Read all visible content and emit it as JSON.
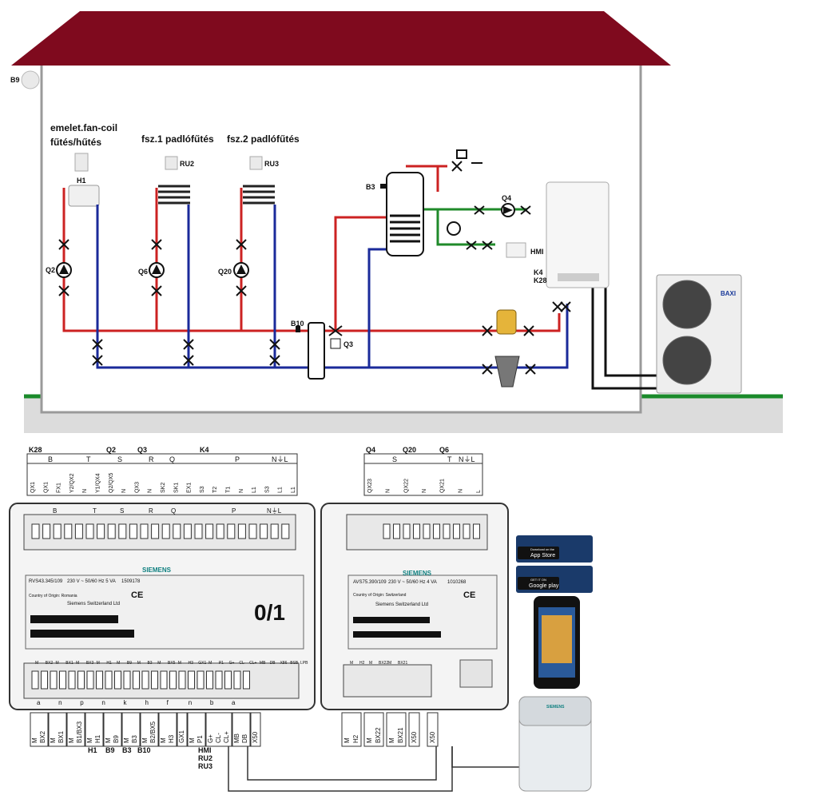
{
  "house": {
    "sensor_outdoor": "B9",
    "zones": [
      {
        "title_line1": "emelet.fan-coil",
        "title_line2": "fűtés/hűtés",
        "room_unit": "H1",
        "pump": "Q2"
      },
      {
        "title_line1": "fsz.1 padlófűtés",
        "room_unit": "RU2",
        "pump": "Q6"
      },
      {
        "title_line1": "fsz.2 padlófűtés",
        "room_unit": "RU3",
        "pump": "Q20"
      }
    ],
    "sensor_flow": "B10",
    "valve_q3": "Q3",
    "tank_sensor": "B3",
    "dhw_pump": "Q4",
    "hmi_label": "HMI",
    "boiler_labels": [
      "K4",
      "K28"
    ],
    "outdoor_unit_brand": "BAXI"
  },
  "controller_left": {
    "terminal_groups": [
      {
        "head": "K28",
        "sub": "B"
      },
      {
        "head": "",
        "sub": "T"
      },
      {
        "head": "Q2",
        "sub": "S"
      },
      {
        "head": "Q3",
        "sub": "R"
      },
      {
        "head": "",
        "sub": "Q"
      },
      {
        "head": "K4",
        "sub": "P"
      },
      {
        "head": "",
        "sub": "N⏚L"
      }
    ],
    "top_pins": [
      "QX1",
      "QX1",
      "FX1",
      "Y2/QX2",
      "N",
      "Y1/QX4",
      "Q2/QX5",
      "N",
      "QX3",
      "N",
      "SK2",
      "SK1",
      "EX1",
      "S3",
      "T2",
      "T1",
      "N",
      "L1",
      "S3",
      "L1",
      "L1"
    ],
    "top_header_letters": [
      "B",
      "T",
      "S",
      "R",
      "Q",
      "P",
      "N⏚L"
    ],
    "brand": "SIEMENS",
    "model": "RVS43.345/109",
    "country": "Country of Origin: Romania",
    "maker": "Siemens Switzerland Ltd",
    "rating": "230 V ~   50/60 Hz   5 VA",
    "code": "1509178",
    "ce": "CE",
    "big_label": "0/1",
    "bottom_pin_row": [
      "M",
      "BX2",
      "M",
      "BX1",
      "M",
      "BX3",
      "M",
      "H1",
      "M",
      "B9",
      "M",
      "B3",
      "M",
      "BX5",
      "M",
      "H3",
      "GX1",
      "M",
      "P1",
      "G+",
      "CL-",
      "CL+",
      "MB",
      "DB",
      "X86",
      "BSB",
      "LPB"
    ],
    "bottom_letters": [
      "a",
      "n",
      "p",
      "n",
      "k",
      "h",
      "f",
      "n",
      "b",
      "a"
    ],
    "bottom_terminals": [
      {
        "pins": [
          "M",
          "BX2"
        ]
      },
      {
        "pins": [
          "M",
          "BX1"
        ]
      },
      {
        "pins": [
          "M",
          "B1/BX3"
        ]
      },
      {
        "pins": [
          "M",
          "H1"
        ]
      },
      {
        "pins": [
          "M",
          "B9"
        ]
      },
      {
        "pins": [
          "M",
          "B3"
        ]
      },
      {
        "pins": [
          "M",
          "B2/BX5"
        ]
      },
      {
        "pins": [
          "M",
          "H3"
        ]
      },
      {
        "pins": [
          "GX1"
        ]
      },
      {
        "pins": [
          "M",
          "P1"
        ]
      },
      {
        "pins": [
          "G+",
          "CL-",
          "CL+"
        ]
      },
      {
        "pins": [
          "MB",
          "DB"
        ]
      },
      {
        "pins": [
          "X50"
        ]
      }
    ],
    "bottom_labels": [
      "H1",
      "B9",
      "B3",
      "B10"
    ],
    "bus_labels": [
      "HMI",
      "RU2",
      "RU3"
    ]
  },
  "controller_right": {
    "terminal_groups": [
      {
        "head": "Q4",
        "sub": "S"
      },
      {
        "head": "Q20",
        "sub": ""
      },
      {
        "head": "Q6",
        "sub": "T"
      },
      {
        "head": "",
        "sub": "N⏚L"
      }
    ],
    "top_pins": [
      "QX23",
      "N",
      "QX22",
      "N",
      "QX21",
      "N",
      "L"
    ],
    "brand": "SIEMENS",
    "model": "AVS75.390/109",
    "country": "Country of Origin: Switzerland",
    "maker": "Siemens Switzerland Ltd",
    "rating": "230 V ~   50/60 Hz   4 VA",
    "code": "1010268",
    "ce": "CE",
    "bottom_pin_row": [
      "M",
      "H2",
      "M",
      "BX22",
      "M",
      "BX21"
    ],
    "bottom_terminals": [
      {
        "pins": [
          "M",
          "H2"
        ]
      },
      {
        "pins": [
          "M",
          "BX22"
        ]
      },
      {
        "pins": [
          "M",
          "BX21"
        ]
      },
      {
        "pins": [
          "X50"
        ]
      },
      {
        "pins": [
          "X50"
        ]
      }
    ],
    "x50_label": "X50"
  },
  "apps": {
    "appstore_top": "Download on the",
    "appstore": "App Store",
    "googleplay_top": "GET IT ON",
    "googleplay": "Google play",
    "gateway_brand": "SIEMENS"
  },
  "colors": {
    "roof": "#7f0a1e",
    "supply": "#cc2222",
    "return": "#1a2a9a",
    "dhw": "#1f8a2a",
    "grass": "#1a8a2a",
    "ground": "#dcdcdc"
  }
}
